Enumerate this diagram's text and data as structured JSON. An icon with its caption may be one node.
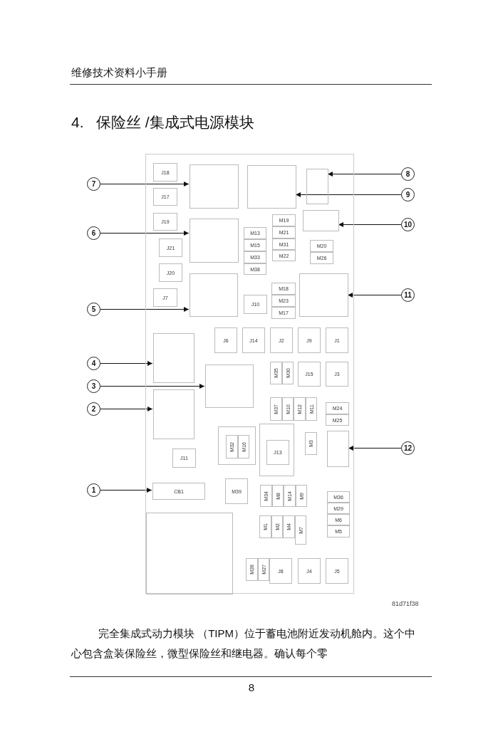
{
  "diagram": {
    "title": "4.   保险丝 /集成式电源模块",
    "caption": "完全集成式动力模块 （TIPM）位于蓄电池附近发动机舱内。这个中心包含盒装保险丝，微型保险丝和继电器。确认每个零",
    "nodes": [
      {
        "text": [],
        "shape": "box"
      },
      {
        "text": [
          "J18"
        ],
        "in": 0
      },
      {
        "text": [],
        "shape": "box",
        "in": 0
      },
      {
        "text": [],
        "shape": "box",
        "in": 0
      },
      {
        "text": [],
        "shape": "box",
        "in": 0
      },
      {
        "text": [
          "J17"
        ],
        "in": 0
      },
      {
        "text": [],
        "shape": "box",
        "in": 0
      },
      {
        "text": [
          "J19"
        ],
        "in": 0
      },
      {
        "text": [
          "M19"
        ],
        "in": 0
      },
      {
        "text": [],
        "shape": "box",
        "in": 0
      },
      {
        "text": [
          "M21"
        ],
        "in": 0
      },
      {
        "text": [
          "M13"
        ],
        "in": 0
      },
      {
        "text": [
          "M31"
        ],
        "in": 0
      },
      {
        "text": [
          "J21"
        ],
        "in": 0
      },
      {
        "text": [
          "M15"
        ],
        "in": 0
      },
      {
        "text": [
          "M20"
        ],
        "in": 0
      },
      {
        "text": [
          "M22"
        ],
        "in": 0
      },
      {
        "text": [
          "M33"
        ],
        "in": 0
      },
      {
        "text": [
          "M26"
        ],
        "in": 0
      },
      {
        "text": [
          "J20"
        ],
        "in": 0
      },
      {
        "text": [
          "M38"
        ],
        "in": 0
      },
      {
        "text": [],
        "shape": "box",
        "in": 0
      },
      {
        "text": [],
        "shape": "box",
        "in": 0
      },
      {
        "text": [
          "M18"
        ],
        "in": 0
      },
      {
        "text": [
          "J7"
        ],
        "in": 0
      },
      {
        "text": [
          "J10"
        ],
        "in": 0
      },
      {
        "text": [
          "M23"
        ],
        "in": 0
      },
      {
        "text": [
          "M17"
        ],
        "in": 0
      },
      {
        "text": [
          "J6"
        ],
        "in": 0
      },
      {
        "text": [
          "J14"
        ],
        "in": 0
      },
      {
        "text": [
          "J2"
        ],
        "in": 0
      },
      {
        "text": [
          "J9"
        ],
        "in": 0
      },
      {
        "text": [
          "J1"
        ],
        "in": 0
      },
      {
        "text": [],
        "shape": "box",
        "in": 0
      },
      {
        "text": [
          "M35"
        ],
        "in": 0
      },
      {
        "text": [
          "M30"
        ],
        "in": 0
      },
      {
        "text": [
          "J15"
        ],
        "in": 0
      },
      {
        "text": [
          "J3"
        ],
        "in": 0
      },
      {
        "text": [],
        "shape": "box",
        "in": 0
      },
      {
        "text": [],
        "shape": "box",
        "in": 0
      },
      {
        "text": [
          "M37"
        ],
        "in": 0
      },
      {
        "text": [
          "M10"
        ],
        "in": 0
      },
      {
        "text": [
          "M12"
        ],
        "in": 0
      },
      {
        "text": [
          "M11"
        ],
        "in": 0
      },
      {
        "text": [
          "M24"
        ],
        "in": 0
      },
      {
        "text": [
          "M25"
        ],
        "in": 0
      },
      {
        "text": [],
        "shape": "box",
        "in": 0
      },
      {
        "text": [
          "M32"
        ],
        "in": 46
      },
      {
        "text": [
          "M16"
        ],
        "in": 46
      },
      {
        "text": [],
        "shape": "box",
        "in": 0
      },
      {
        "text": [
          "J13"
        ],
        "in": 49
      },
      {
        "text": [
          "M3"
        ],
        "in": 0
      },
      {
        "text": [],
        "shape": "box",
        "in": 0
      },
      {
        "text": [
          "J11"
        ],
        "in": 0
      },
      {
        "text": [
          "CB1"
        ],
        "in": 0
      },
      {
        "text": [
          "M39"
        ],
        "in": 0
      },
      {
        "text": [
          "M34"
        ],
        "in": 0
      },
      {
        "text": [
          "M8"
        ],
        "in": 0
      },
      {
        "text": [
          "M14"
        ],
        "in": 0
      },
      {
        "text": [
          "M9"
        ],
        "in": 0
      },
      {
        "text": [
          "M36"
        ],
        "in": 0
      },
      {
        "text": [
          "M29"
        ],
        "in": 0
      },
      {
        "text": [],
        "shape": "box",
        "in": 0
      },
      {
        "text": [
          "M1"
        ],
        "in": 0
      },
      {
        "text": [
          "M2"
        ],
        "in": 0
      },
      {
        "text": [
          "M4"
        ],
        "in": 0
      },
      {
        "text": [
          "M7"
        ],
        "in": 0
      },
      {
        "text": [
          "M6"
        ],
        "in": 0
      },
      {
        "text": [
          "M5"
        ],
        "in": 0
      },
      {
        "text": [
          "M28"
        ],
        "in": 0
      },
      {
        "text": [
          "M27"
        ],
        "in": 0
      },
      {
        "text": [
          "J8"
        ],
        "in": 0
      },
      {
        "text": [
          "J4"
        ],
        "in": 0
      },
      {
        "text": [
          "J5"
        ],
        "in": 0
      },
      {
        "text": [
          "1"
        ]
      },
      {
        "text": [
          "2"
        ]
      },
      {
        "text": [
          "3"
        ]
      },
      {
        "text": [
          "4"
        ]
      },
      {
        "text": [
          "5"
        ]
      },
      {
        "text": [
          "6"
        ]
      },
      {
        "text": [
          "7"
        ]
      },
      {
        "text": [
          "8"
        ]
      },
      {
        "text": [
          "9"
        ]
      },
      {
        "text": [
          "10"
        ]
      },
      {
        "text": [
          "11"
        ]
      },
      {
        "text": [
          "12"
        ]
      }
    ],
    "edges": [
      {
        "from": 74,
        "to": 54,
        "arrow": "to"
      },
      {
        "from": 75,
        "to": 39,
        "arrow": "to"
      },
      {
        "from": 76,
        "to": 38,
        "arrow": "to"
      },
      {
        "from": 77,
        "to": 33,
        "arrow": "to"
      },
      {
        "from": 78,
        "to": 21,
        "arrow": "to"
      },
      {
        "from": 79,
        "to": 9,
        "arrow": "to"
      },
      {
        "from": 80,
        "to": 2,
        "arrow": "to"
      },
      {
        "from": 81,
        "to": 4,
        "arrow": "to"
      },
      {
        "from": 82,
        "to": 3,
        "arrow": "to"
      },
      {
        "from": 83,
        "to": 6,
        "arrow": "to"
      },
      {
        "from": 84,
        "to": 22,
        "arrow": "to"
      },
      {
        "from": 85,
        "to": 52,
        "arrow": "to"
      }
    ],
    "labels": [
      "维修技术资料小手册",
      "81d71f38",
      "8"
    ]
  }
}
